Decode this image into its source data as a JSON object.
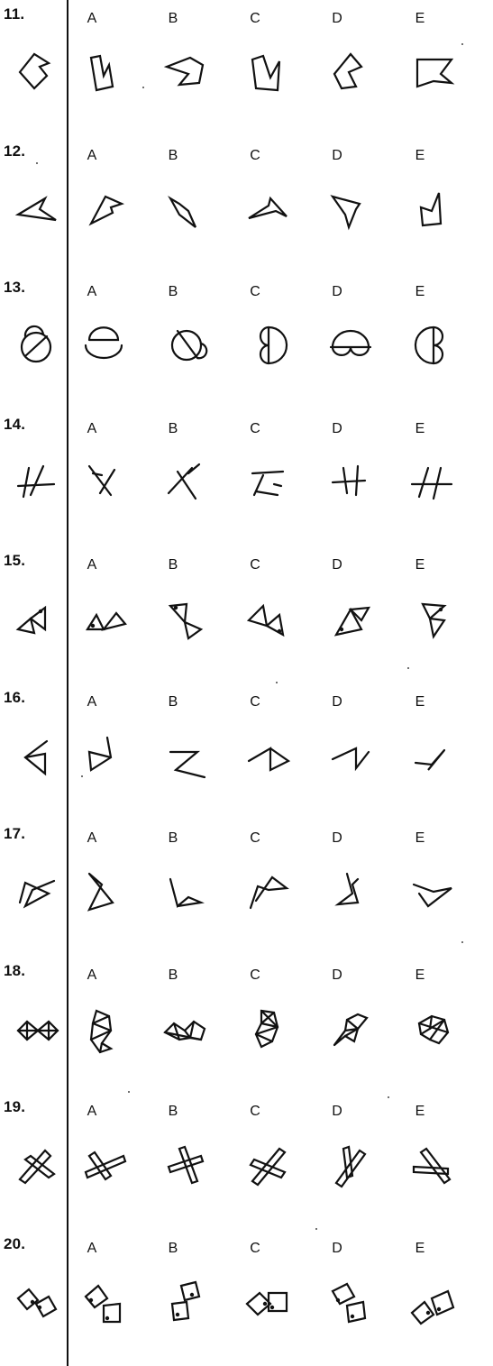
{
  "questions": [
    {
      "number": "11.",
      "options": [
        "A",
        "B",
        "C",
        "D",
        "E"
      ]
    },
    {
      "number": "12.",
      "options": [
        "A",
        "B",
        "C",
        "D",
        "E"
      ]
    },
    {
      "number": "13.",
      "options": [
        "A",
        "B",
        "C",
        "D",
        "E"
      ]
    },
    {
      "number": "14.",
      "options": [
        "A",
        "B",
        "C",
        "D",
        "E"
      ]
    },
    {
      "number": "15.",
      "options": [
        "A",
        "B",
        "C",
        "D",
        "E"
      ]
    },
    {
      "number": "16.",
      "options": [
        "A",
        "B",
        "C",
        "D",
        "E"
      ]
    },
    {
      "number": "17.",
      "options": [
        "A",
        "B",
        "C",
        "D",
        "E"
      ]
    },
    {
      "number": "18.",
      "options": [
        "A",
        "B",
        "C",
        "D",
        "E"
      ]
    },
    {
      "number": "19.",
      "options": [
        "A",
        "B",
        "C",
        "D",
        "E"
      ]
    },
    {
      "number": "20.",
      "options": [
        "A",
        "B",
        "C",
        "D",
        "E"
      ]
    }
  ],
  "colors": {
    "ink": "#111111",
    "paper": "#ffffff"
  }
}
